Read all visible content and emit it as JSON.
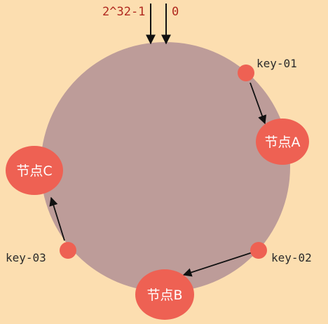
{
  "ring": {
    "top_left_label": "2^32-1",
    "top_right_label": "0",
    "ring_color": "#bd9c99",
    "background_color": "#fcdeb0"
  },
  "nodes": [
    {
      "id": "a",
      "label": "节点A",
      "color": "#ee6153"
    },
    {
      "id": "b",
      "label": "节点B",
      "color": "#ee6153"
    },
    {
      "id": "c",
      "label": "节点C",
      "color": "#ee6153"
    }
  ],
  "keys": [
    {
      "id": "01",
      "label": "key-01",
      "color": "#ee6153"
    },
    {
      "id": "02",
      "label": "key-02",
      "color": "#ee6153"
    },
    {
      "id": "03",
      "label": "key-03",
      "color": "#ee6153"
    }
  ]
}
